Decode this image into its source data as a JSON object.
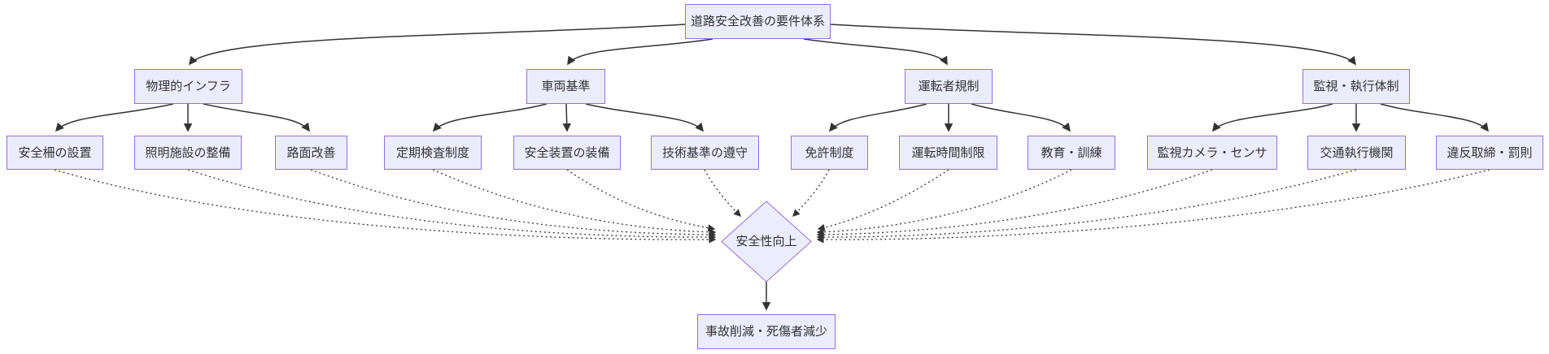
{
  "colors": {
    "node_fill": "#ECECFF",
    "node_border": "#9370DB",
    "edge": "#333333",
    "text": "#333333"
  },
  "diagram": {
    "root": "道路安全改善の要件体系",
    "branches": [
      {
        "label": "物理的インフラ",
        "children": [
          "安全柵の設置",
          "照明施設の整備",
          "路面改善"
        ]
      },
      {
        "label": "車両基準",
        "children": [
          "定期検査制度",
          "安全装置の装備",
          "技術基準の遵守"
        ]
      },
      {
        "label": "運転者規制",
        "children": [
          "免許制度",
          "運転時間制限",
          "教育・訓練"
        ]
      },
      {
        "label": "監視・執行体制",
        "children": [
          "監視カメラ・センサ",
          "交通執行機関",
          "違反取締・罰則"
        ]
      }
    ],
    "decision": "安全性向上",
    "outcome": "事故削減・死傷者減少"
  }
}
